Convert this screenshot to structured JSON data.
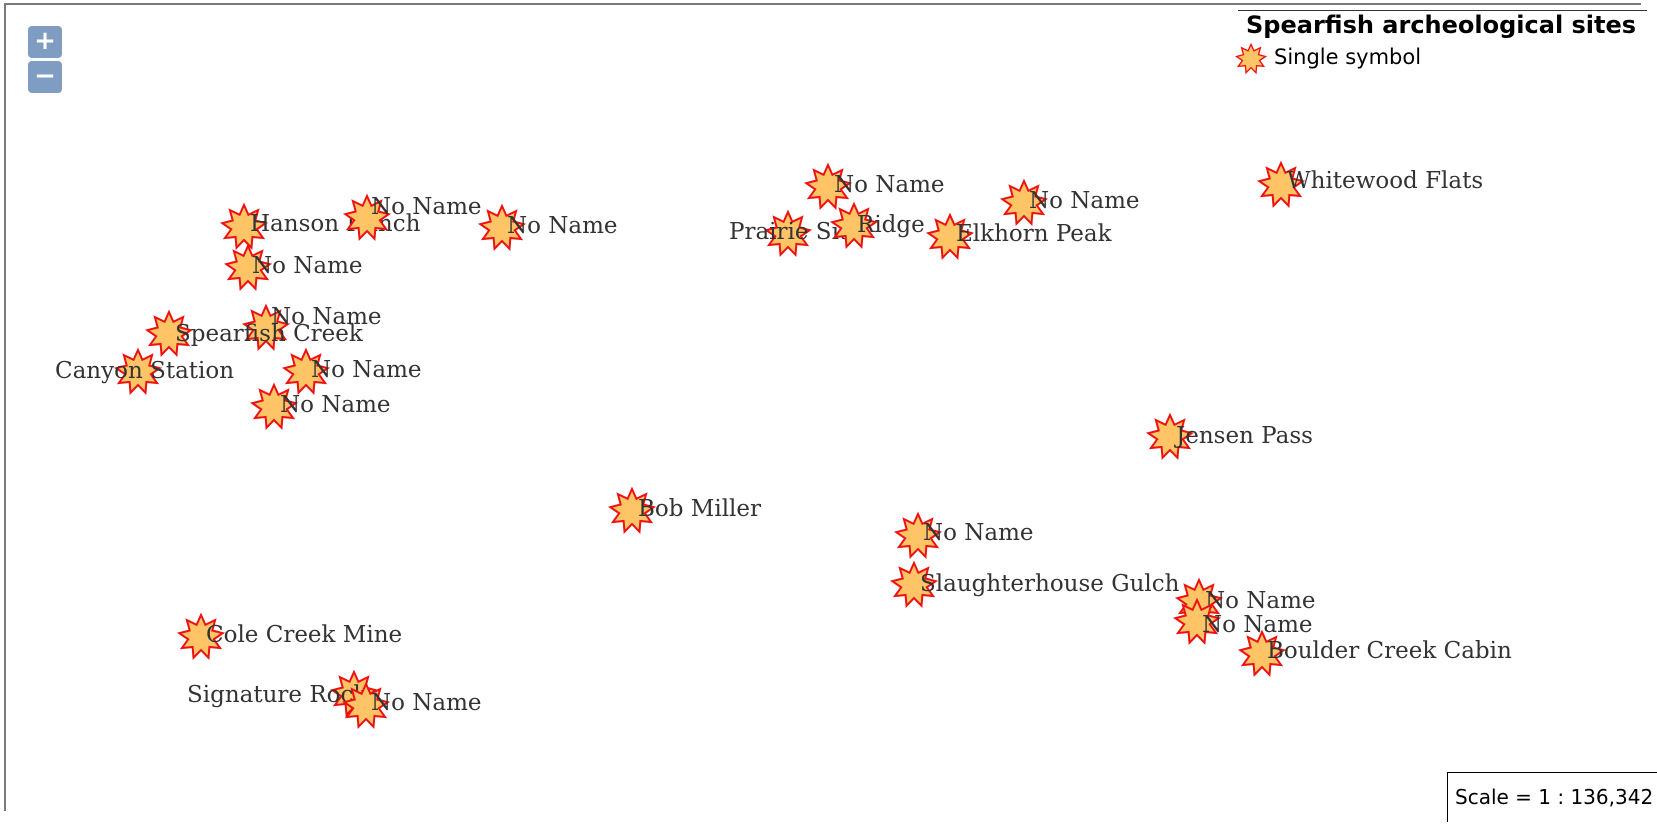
{
  "zoom": {
    "in_label": "+",
    "out_label": "−"
  },
  "legend": {
    "title": "Spearfish archeological sites",
    "item_label": "Single symbol"
  },
  "scale": {
    "text": "Scale = 1 : 136,342"
  },
  "colors": {
    "marker_fill": "#ffc466",
    "marker_stroke": "#ee1111",
    "label": "#333333",
    "zoom_bg": "#7f9dc3"
  },
  "sites": [
    {
      "label": "Hanson Ranch"
    },
    {
      "label": "No Name"
    },
    {
      "label": "No Name"
    },
    {
      "label": "No Name"
    },
    {
      "label": "No Name"
    },
    {
      "label": "Spearfish Creek"
    },
    {
      "label": "Canyon Station"
    },
    {
      "label": "No Name"
    },
    {
      "label": "No Name"
    },
    {
      "label": "No Name"
    },
    {
      "label": "Prairie Site"
    },
    {
      "label": "Ridge"
    },
    {
      "label": "Elkhorn Peak"
    },
    {
      "label": "No Name"
    },
    {
      "label": "Whitewood Flats"
    },
    {
      "label": "Jensen Pass"
    },
    {
      "label": "Bob Miller"
    },
    {
      "label": "No Name"
    },
    {
      "label": "Slaughterhouse Gulch"
    },
    {
      "label": "No Name"
    },
    {
      "label": "No Name"
    },
    {
      "label": "Boulder Creek Cabin"
    },
    {
      "label": "Cole Creek Mine"
    },
    {
      "label": "Signature Rock"
    },
    {
      "label": "No Name"
    }
  ]
}
